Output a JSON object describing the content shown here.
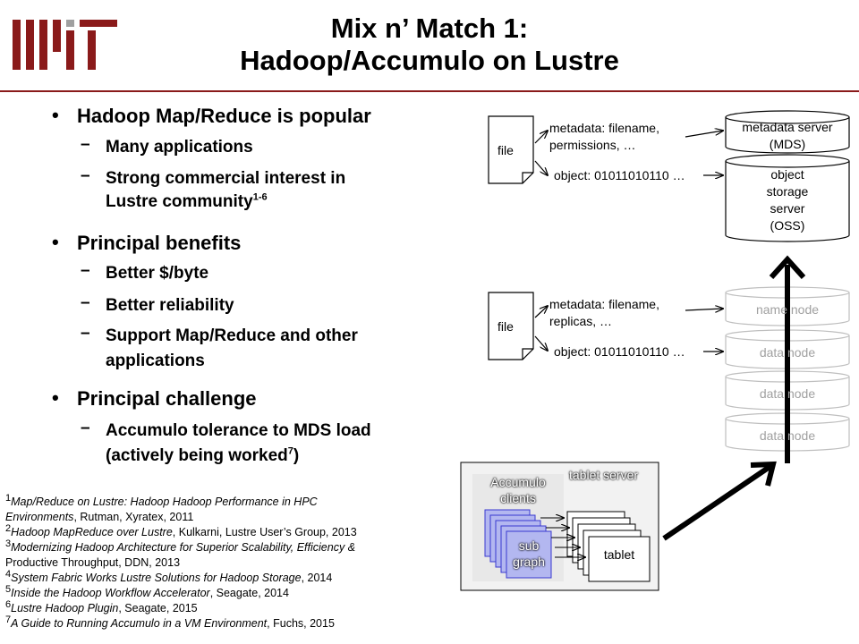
{
  "slide": {
    "title_line1": "Mix n’ Match 1:",
    "title_line2": "Hadoop/Accumulo on Lustre"
  },
  "bullets": [
    {
      "text": "Hadoop Map/Reduce is popular",
      "subs": [
        "Many applications",
        "Strong commercial interest in",
        "Lustre community",
        "1-6"
      ]
    },
    {
      "text": "Principal benefits",
      "subs": [
        "Better $/byte",
        "Better reliability",
        "Support Map/Reduce and other",
        "applications"
      ]
    },
    {
      "text": "Principal challenge",
      "subs": [
        "Accumulo tolerance to MDS load",
        "(actively being worked",
        "7",
        ")"
      ]
    }
  ],
  "references": [
    {
      "num": "1",
      "title": "Map/Reduce on Lustre: Hadoop Hadoop Performance in HPC",
      "title2": "Environments",
      "rest": ", Rutman, Xyratex, 2011"
    },
    {
      "num": "2",
      "title": "Hadoop MapReduce over Lustre",
      "rest": ", Kulkarni, Lustre User’s Group, 2013"
    },
    {
      "num": "3",
      "title": "Modernizing Hadoop Architecture for Superior Scalability, Efficiency &",
      "rest2": "Productive Throughput, DDN, 2013"
    },
    {
      "num": "4",
      "title": "System Fabric Works Lustre Solutions for Hadoop Storage",
      "rest": ", 2014"
    },
    {
      "num": "5",
      "title": "Inside the Hadoop Workflow Accelerator",
      "rest": ", Seagate, 2014"
    },
    {
      "num": "6",
      "title": "Lustre Hadoop Plugin",
      "rest": ", Seagate, 2015"
    },
    {
      "num": "7",
      "title": "A Guide to Running Accumulo in a VM Environment",
      "rest": ", Fuchs, 2015"
    }
  ],
  "diagram": {
    "lustre": {
      "file_label": "file",
      "metadata_line1": "metadata: filename,",
      "metadata_line2": "permissions, …",
      "object_label": "object: 01011010110 …",
      "mds_line1": "metadata server",
      "mds_line2": "(MDS)",
      "oss_line1": "object",
      "oss_line2": "storage",
      "oss_line3": "server",
      "oss_line4": "(OSS)"
    },
    "hadoop": {
      "file_label": "file",
      "metadata_line1": "metadata: filename,",
      "metadata_line2": "replicas, …",
      "object_label": "object: 01011010110 …",
      "name_node": "name node",
      "data_node_1": "data node",
      "data_node_2": "data node",
      "data_node_3": "data node"
    },
    "accumulo": {
      "tablet_server": "tablet server",
      "clients_line1": "Accumulo",
      "clients_line2": "clients",
      "subgraph_line1": "sub",
      "subgraph_line2": "graph",
      "tablet": "tablet"
    }
  },
  "colors": {
    "rule": "#8a1a1a",
    "logo_dark": "#8a1a1a",
    "logo_grey": "#a0a0a0",
    "client_fill": "#b3b7f0",
    "client_stroke": "#3a3ad0",
    "accumulo_box": "#f2f2f2"
  }
}
